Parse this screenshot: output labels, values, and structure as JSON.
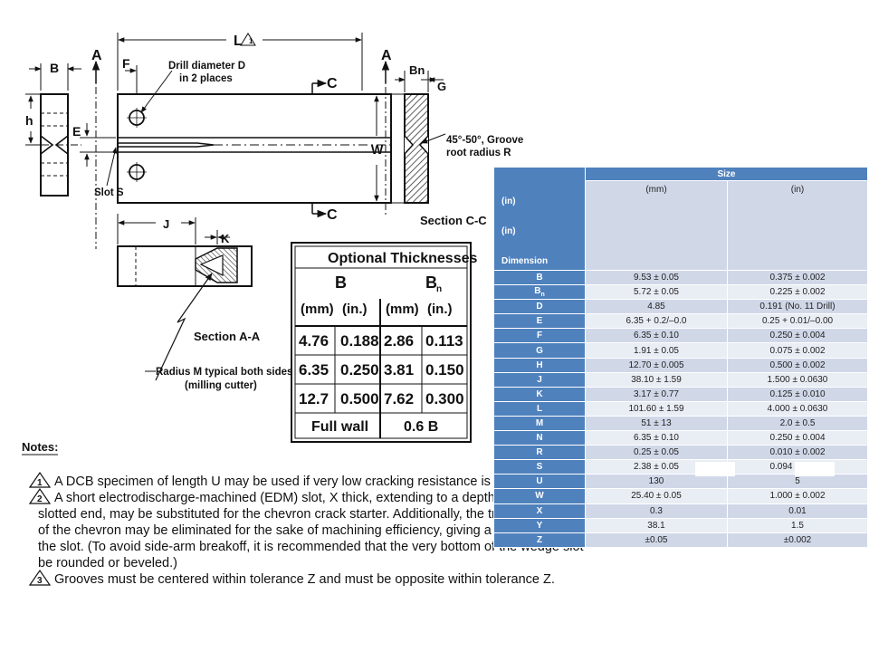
{
  "drawing": {
    "dims": {
      "B": "B",
      "F": "F",
      "L": "L",
      "A_left": "A",
      "A_right": "A",
      "C_top": "C",
      "C_bottom": "C",
      "h": "h",
      "E": "E",
      "W": "W",
      "Bn": "Bn",
      "G": "G",
      "J": "J",
      "K": "K"
    },
    "annotations": {
      "drill": "Drill diameter D",
      "drill2": "in 2 places",
      "groove1": "45°-50°, Groove",
      "groove2": "root radius R",
      "slot": "Slot S",
      "section_cc": "Section C-C",
      "section_aa": "Section A-A",
      "radius1": "Radius M typical both sides",
      "radius2": "(milling cutter)"
    }
  },
  "optional_thicknesses": {
    "title": "Optional Thicknesses",
    "col_b": "B",
    "col_bn": "B",
    "units": [
      "(mm)",
      "(in.)",
      "(mm)",
      "(in.)"
    ],
    "rows": [
      [
        "4.76",
        "0.188",
        "2.86",
        "0.113"
      ],
      [
        "6.35",
        "0.250",
        "3.81",
        "0.150"
      ],
      [
        "12.7",
        "0.500",
        "7.62",
        "0.300"
      ]
    ],
    "footer_left": "Full wall",
    "footer_right": "0.6 B"
  },
  "notes": {
    "title": "Notes:",
    "items": [
      {
        "num": "1",
        "lines": [
          "A DCB specimen of length U may be used if very low cracking resistance is expected."
        ]
      },
      {
        "num": "2",
        "lines": [
          "A short electrodischarge-machined (EDM) slot, X thick, extending to a depth of Y from the",
          "slotted end, may be substituted for the chevron crack starter. Additionally, the triangular portion",
          "of the chevron may be eliminated for the sake of machining efficiency, giving a squared end to",
          "the slot. (To avoid side-arm breakoff, it is recommended that the very bottom of the wedge slot",
          "be rounded or beveled.)"
        ]
      },
      {
        "num": "3",
        "lines": [
          "Grooves must be centered within tolerance Z and must be opposite within tolerance Z."
        ]
      }
    ]
  },
  "dimension_table": {
    "header": {
      "dim_lines": [
        "(in)",
        "(in)",
        "Dimension"
      ],
      "size": "Size",
      "mm": "(mm)",
      "in": "(in)"
    },
    "rows": [
      {
        "key": "B",
        "mm": "9.53 ± 0.05",
        "in": "0.375 ± 0.002"
      },
      {
        "key": "Bn",
        "mm": "5.72 ± 0.05",
        "in": "0.225 ± 0.002"
      },
      {
        "key": "D",
        "mm": "4.85",
        "in": "0.191 (No. 11 Drill)"
      },
      {
        "key": "E",
        "mm": "6.35 + 0.2/–0.0",
        "in": "0.25 + 0.01/–0.00"
      },
      {
        "key": "F",
        "mm": "6.35 ± 0.10",
        "in": "0.250 ± 0.004"
      },
      {
        "key": "G",
        "mm": "1.91 ± 0.05",
        "in": "0.075 ± 0.002"
      },
      {
        "key": "H",
        "mm": "12.70 ± 0.005",
        "in": "0.500 ± 0.002"
      },
      {
        "key": "J",
        "mm": "38.10 ± 1.59",
        "in": "1.500 ± 0.0630"
      },
      {
        "key": "K",
        "mm": "3.17 ± 0.77",
        "in": "0.125 ± 0.010"
      },
      {
        "key": "L",
        "mm": "101.60 ± 1.59",
        "in": "4.000 ± 0.0630"
      },
      {
        "key": "M",
        "mm": "51 ± 13",
        "in": "2.0 ± 0.5"
      },
      {
        "key": "N",
        "mm": "6.35 ± 0.10",
        "in": "0.250 ± 0.004"
      },
      {
        "key": "R",
        "mm": "0.25 ± 0.05",
        "in": "0.010 ± 0.002"
      },
      {
        "key": "S",
        "mm": "2.38 ± 0.05",
        "in": "0.094 ± 0.002"
      },
      {
        "key": "U",
        "mm": "130",
        "in": "5"
      },
      {
        "key": "W",
        "mm": "25.40 ± 0.05",
        "in": "1.000 ± 0.002"
      },
      {
        "key": "X",
        "mm": "0.3",
        "in": "0.01"
      },
      {
        "key": "Y",
        "mm": "38.1",
        "in": "1.5"
      },
      {
        "key": "Z",
        "mm": "±0.05",
        "in": "±0.002"
      }
    ]
  }
}
